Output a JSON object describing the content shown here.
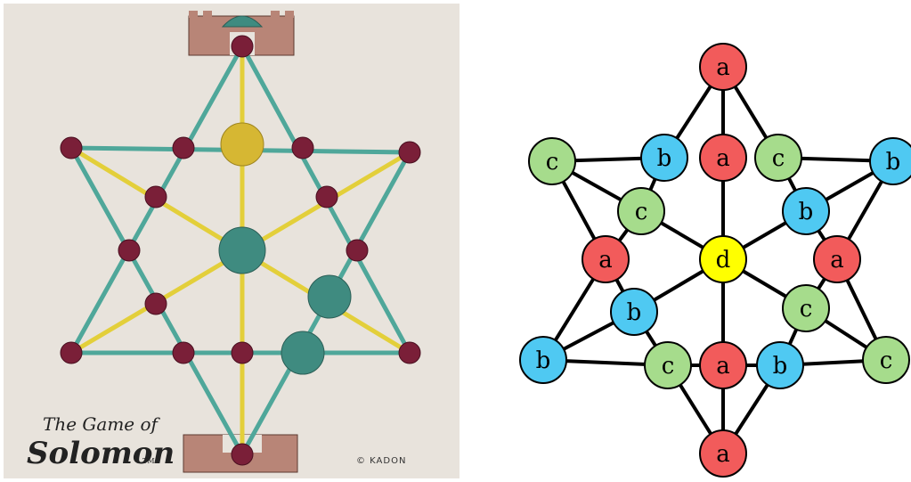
{
  "photo": {
    "title_line1": "The Game of",
    "title_line2": "Solomon",
    "trademark": "TM",
    "copyright": "© KADON"
  },
  "colors": {
    "cloth": "#e8e3dc",
    "teal_line": "#4fa79a",
    "yellow_line": "#e3cf3a",
    "peg": "#7a1f38",
    "yellow_piece": "#d6b733",
    "teal_piece": "#3f8b80",
    "node_a": "#f25b5b",
    "node_b": "#4fc9f2",
    "node_c": "#a6dc8c",
    "node_d": "#ffff00"
  },
  "graph": {
    "nodes": [
      {
        "id": "n0",
        "label": "a"
      },
      {
        "id": "n1",
        "label": "a"
      },
      {
        "id": "n2",
        "label": "b"
      },
      {
        "id": "n3",
        "label": "c"
      },
      {
        "id": "n4",
        "label": "c"
      },
      {
        "id": "n5",
        "label": "b"
      },
      {
        "id": "n6",
        "label": "c"
      },
      {
        "id": "n7",
        "label": "b"
      },
      {
        "id": "n8",
        "label": "a"
      },
      {
        "id": "n9",
        "label": "d"
      },
      {
        "id": "n10",
        "label": "a"
      },
      {
        "id": "n11",
        "label": "b"
      },
      {
        "id": "n12",
        "label": "c"
      },
      {
        "id": "n13",
        "label": "b"
      },
      {
        "id": "n14",
        "label": "c"
      },
      {
        "id": "n15",
        "label": "a"
      },
      {
        "id": "n16",
        "label": "b"
      },
      {
        "id": "n17",
        "label": "c"
      },
      {
        "id": "n18",
        "label": "a"
      }
    ]
  }
}
